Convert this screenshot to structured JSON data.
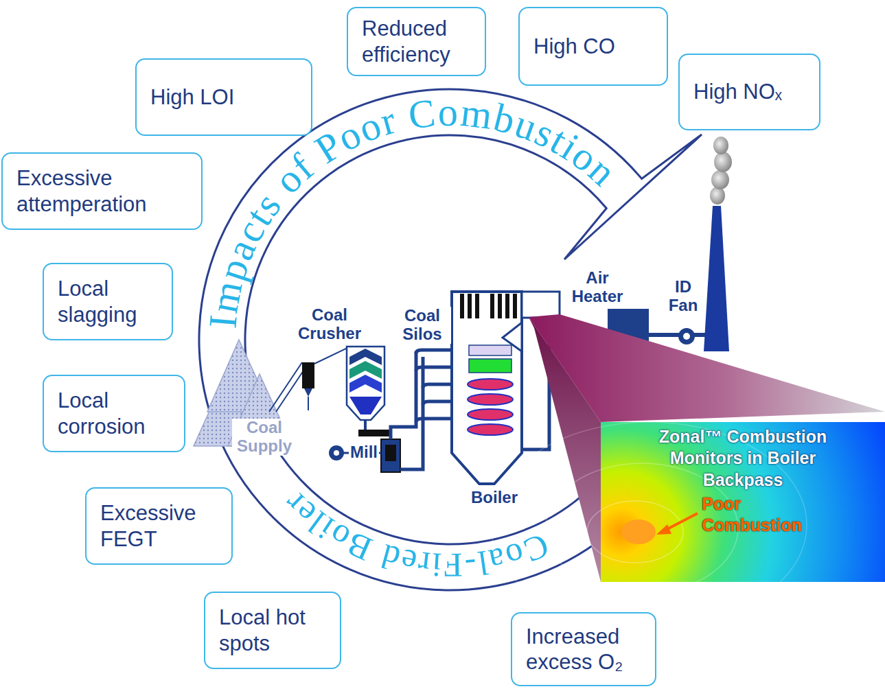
{
  "diagram": {
    "nodes": [
      {
        "text": [
          "High LOI"
        ]
      },
      {
        "text": [
          "Reduced efficiency"
        ]
      },
      {
        "text": [
          "High CO"
        ]
      },
      {
        "text": [
          "High NOₓ"
        ]
      },
      {
        "text": [
          "Excessive attemperation"
        ]
      },
      {
        "text": [
          "Local slagging"
        ]
      },
      {
        "text": [
          "Local corrosion"
        ]
      },
      {
        "text": [
          "Excessive FEGT"
        ]
      },
      {
        "text": [
          "Local hot spots"
        ]
      },
      {
        "text": [
          "Increased excess O₂"
        ]
      },
      {
        "text": [
          "Zonal™ Combustion Monitors in Boiler Backpass",
          "Poor Combustion"
        ]
      }
    ],
    "labels": [
      "Impacts of Poor Combustion",
      "Coal-Fired Boiler",
      "Coal Crusher",
      "Coal Silos",
      "Air Heater",
      "ID Fan",
      "Coal Supply",
      "Mill",
      "Boiler"
    ]
  }
}
